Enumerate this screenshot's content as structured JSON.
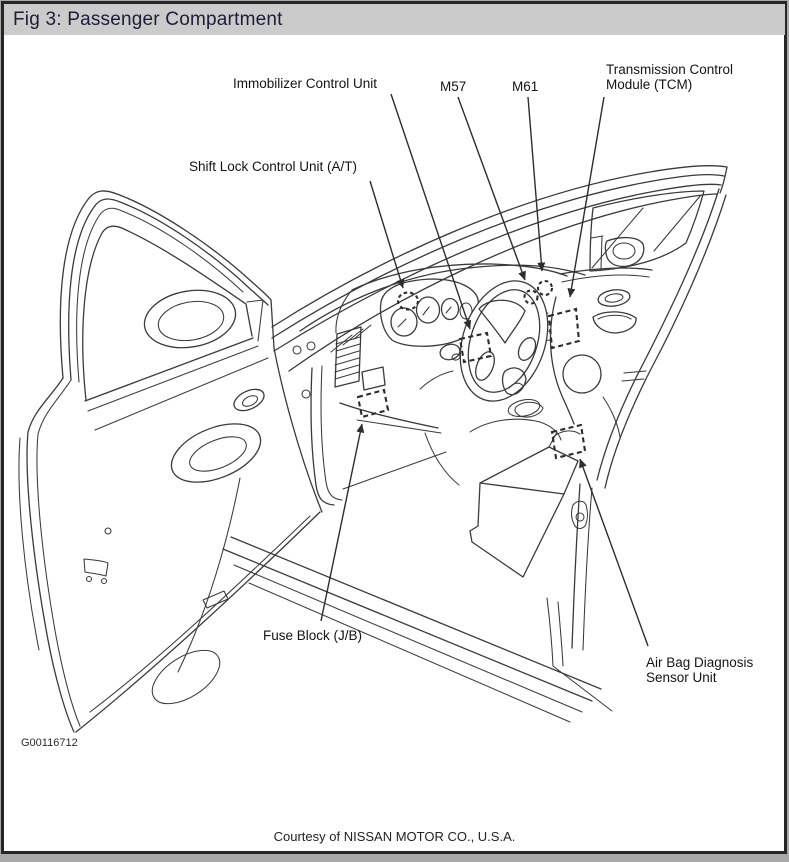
{
  "title_bar": {
    "title": "Fig 3: Passenger Compartment"
  },
  "diagram": {
    "description": "Line-art cutaway of passenger compartment with open driver door, dashboard, steering wheel and center console",
    "callouts": {
      "immobilizer": {
        "label": "Immobilizer Control Unit",
        "target": "dashed-rect-steering-column"
      },
      "shift_lock": {
        "label": "Shift Lock Control Unit (A/T)",
        "target": "dashed-circle-instrument-cluster"
      },
      "m57": {
        "label": "M57",
        "target": "dashed-circle-dash-center-left"
      },
      "m61": {
        "label": "M61",
        "target": "dashed-circle-dash-center-right"
      },
      "tcm": {
        "lines": [
          "Transmission Control",
          "Module (TCM)"
        ],
        "target": "dashed-rect-dash-right"
      },
      "fuse_block": {
        "label": "Fuse Block (J/B)",
        "target": "dashed-rect-lower-dash-left"
      },
      "airbag": {
        "lines": [
          "Air Bag Diagnosis",
          "Sensor Unit"
        ],
        "target": "dashed-rect-center-console"
      }
    },
    "figure_code": "G00116712",
    "credit": "Courtesy of NISSAN MOTOR CO., U.S.A."
  },
  "colors": {
    "page_bg": "#a8a8a8",
    "frame_border": "#262626",
    "title_bar_bg": "#cbcbcb",
    "title_text": "#1d1d3a",
    "drawing_line": "#3a3a3a",
    "marker_line": "#2b2b2b",
    "label_text": "#141414"
  }
}
